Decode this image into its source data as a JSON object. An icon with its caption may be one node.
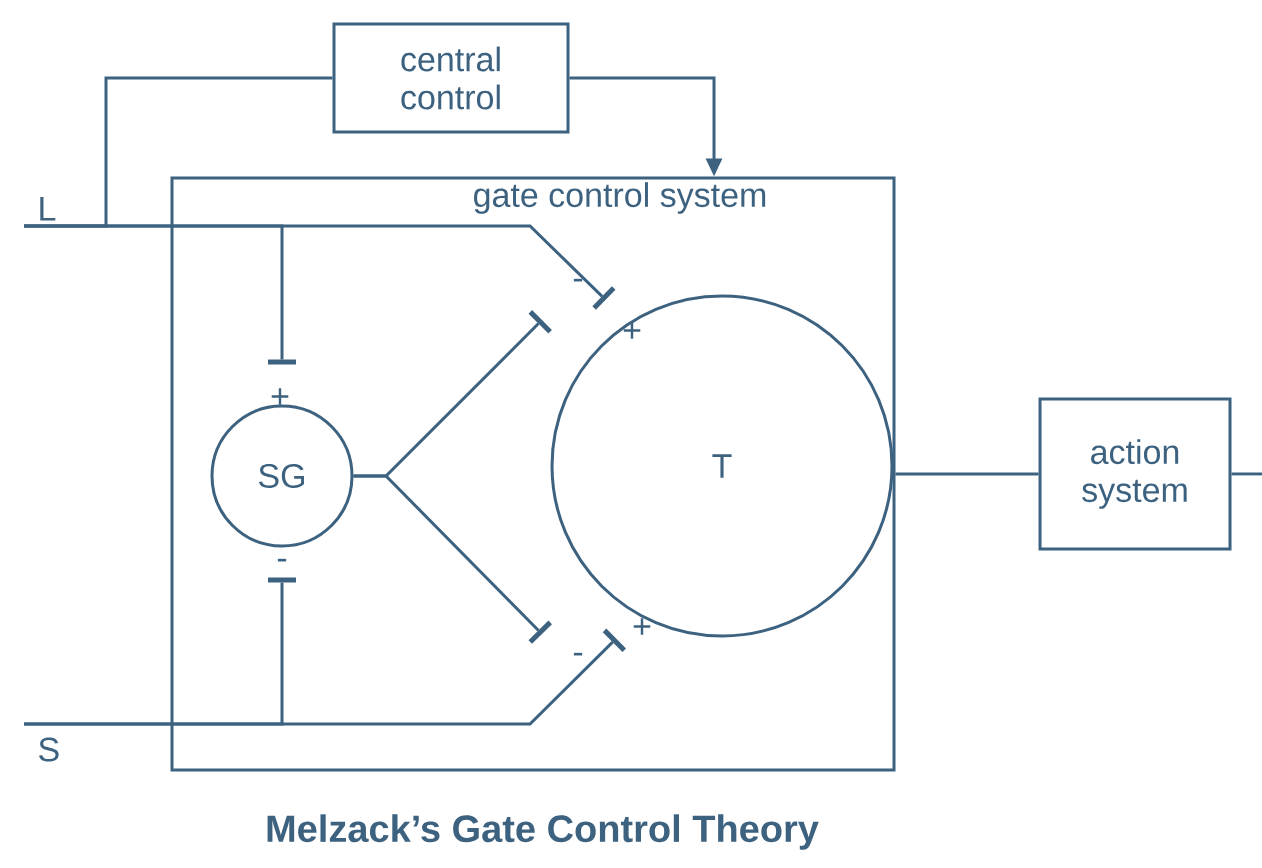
{
  "diagram": {
    "caption": "Melzack’s Gate Control Theory",
    "nodes": [
      {
        "text": [
          "L"
        ]
      },
      {
        "text": [
          "S"
        ]
      },
      {
        "text": [
          "central control"
        ]
      },
      {
        "text": [
          "gate control system"
        ]
      },
      {
        "text": [
          "SG"
        ],
        "in": 3
      },
      {
        "text": [
          "T"
        ],
        "in": 3
      },
      {
        "text": [
          "action system"
        ]
      }
    ],
    "edges": [
      {
        "from": 0,
        "to": 2,
        "arrow": "none"
      },
      {
        "from": 2,
        "to": 3,
        "arrow": "to"
      },
      {
        "from": 0,
        "to": 5,
        "arrow": "other"
      },
      {
        "from": 0,
        "to": 4,
        "arrow": "other"
      },
      {
        "from": 4,
        "to": null,
        "arrow": "other"
      },
      {
        "from": 4,
        "to": null,
        "arrow": "other"
      },
      {
        "from": 1,
        "to": 4,
        "arrow": "other"
      },
      {
        "from": 1,
        "to": 5,
        "arrow": "other"
      },
      {
        "from": 3,
        "to": 6,
        "arrow": "none"
      },
      {
        "from": 6,
        "to": null,
        "arrow": "none"
      }
    ],
    "labels": [
      "-",
      "+",
      "+",
      "-",
      "+",
      "-"
    ]
  }
}
